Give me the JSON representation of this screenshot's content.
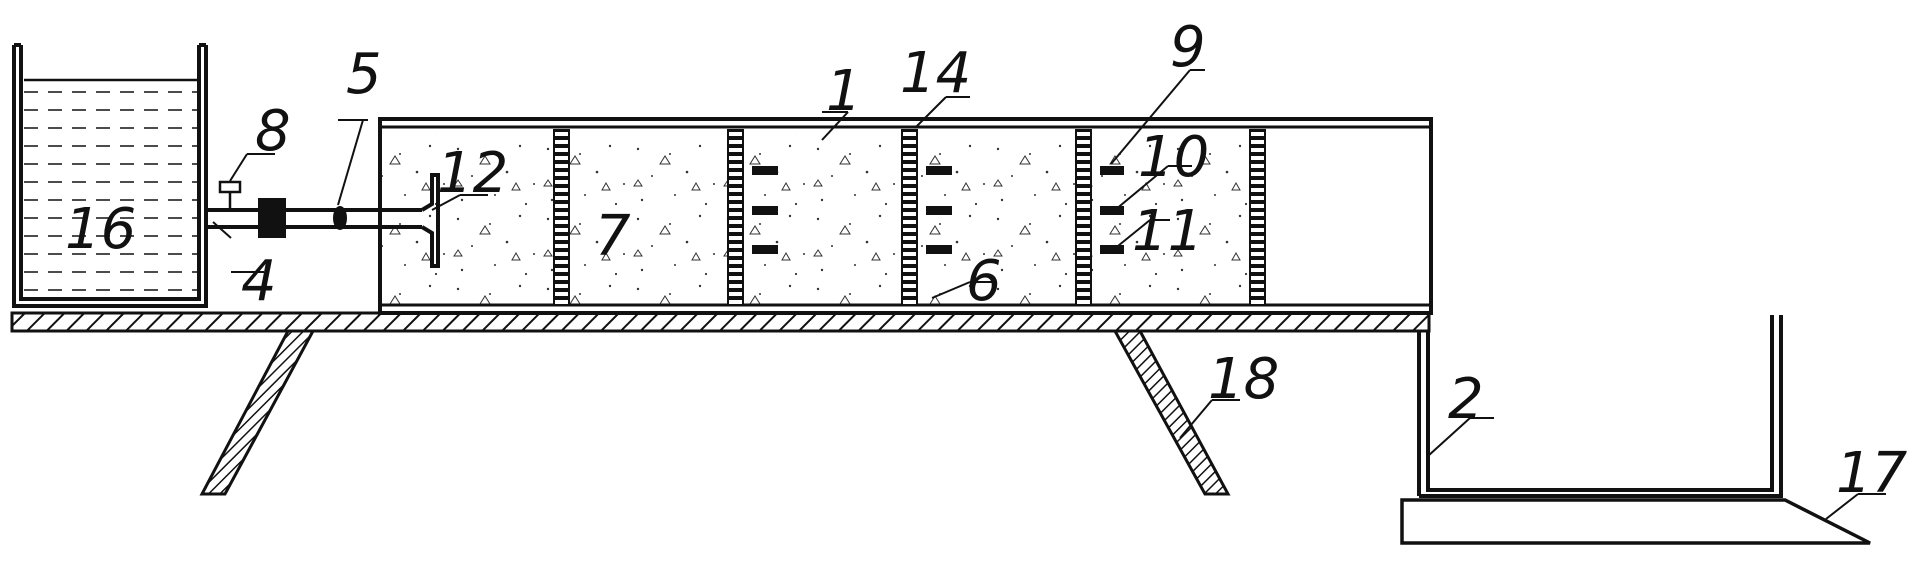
{
  "diagram": {
    "labels": {
      "l1": "1",
      "l2": "2",
      "l4": "4",
      "l5": "5",
      "l6": "6",
      "l7": "7",
      "l8": "8",
      "l9": "9",
      "l10": "10",
      "l11": "11",
      "l12": "12",
      "l14": "14",
      "l16": "16",
      "l17": "17",
      "l18": "18"
    }
  }
}
